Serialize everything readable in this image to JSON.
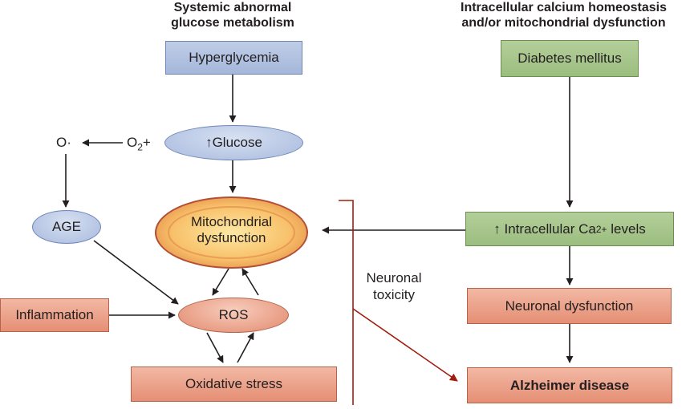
{
  "headers": {
    "left_line1": "Systemic abnormal",
    "left_line2": "glucose metabolism",
    "right_line1": "Intracellular calcium homeostasis",
    "right_line2": "and/or mitochondrial dysfunction"
  },
  "nodes": {
    "hyperglycemia": "Hyperglycemia",
    "diabetes": "Diabetes mellitus",
    "glucose_arrow": "↑",
    "glucose": "Glucose",
    "o_radical": "O·",
    "o2_base": "O",
    "o2_sub": "2",
    "o2_plus": "+",
    "age": "AGE",
    "mito_line1": "Mitochondrial",
    "mito_line2": "dysfunction",
    "calcium_arrow": "↑",
    "calcium_prefix": " Intracellular Ca",
    "calcium_sup": "2+",
    "calcium_suffix": " levels",
    "ros": "ROS",
    "inflammation": "Inflammation",
    "neuronal_dysfunction": "Neuronal dysfunction",
    "oxidative_stress": "Oxidative stress",
    "alzheimer": "Alzheimer disease",
    "toxicity_line1": "Neuronal",
    "toxicity_line2": "toxicity"
  },
  "colors": {
    "arrow": "#231f20",
    "toxicity_arrow": "#a01e10"
  }
}
